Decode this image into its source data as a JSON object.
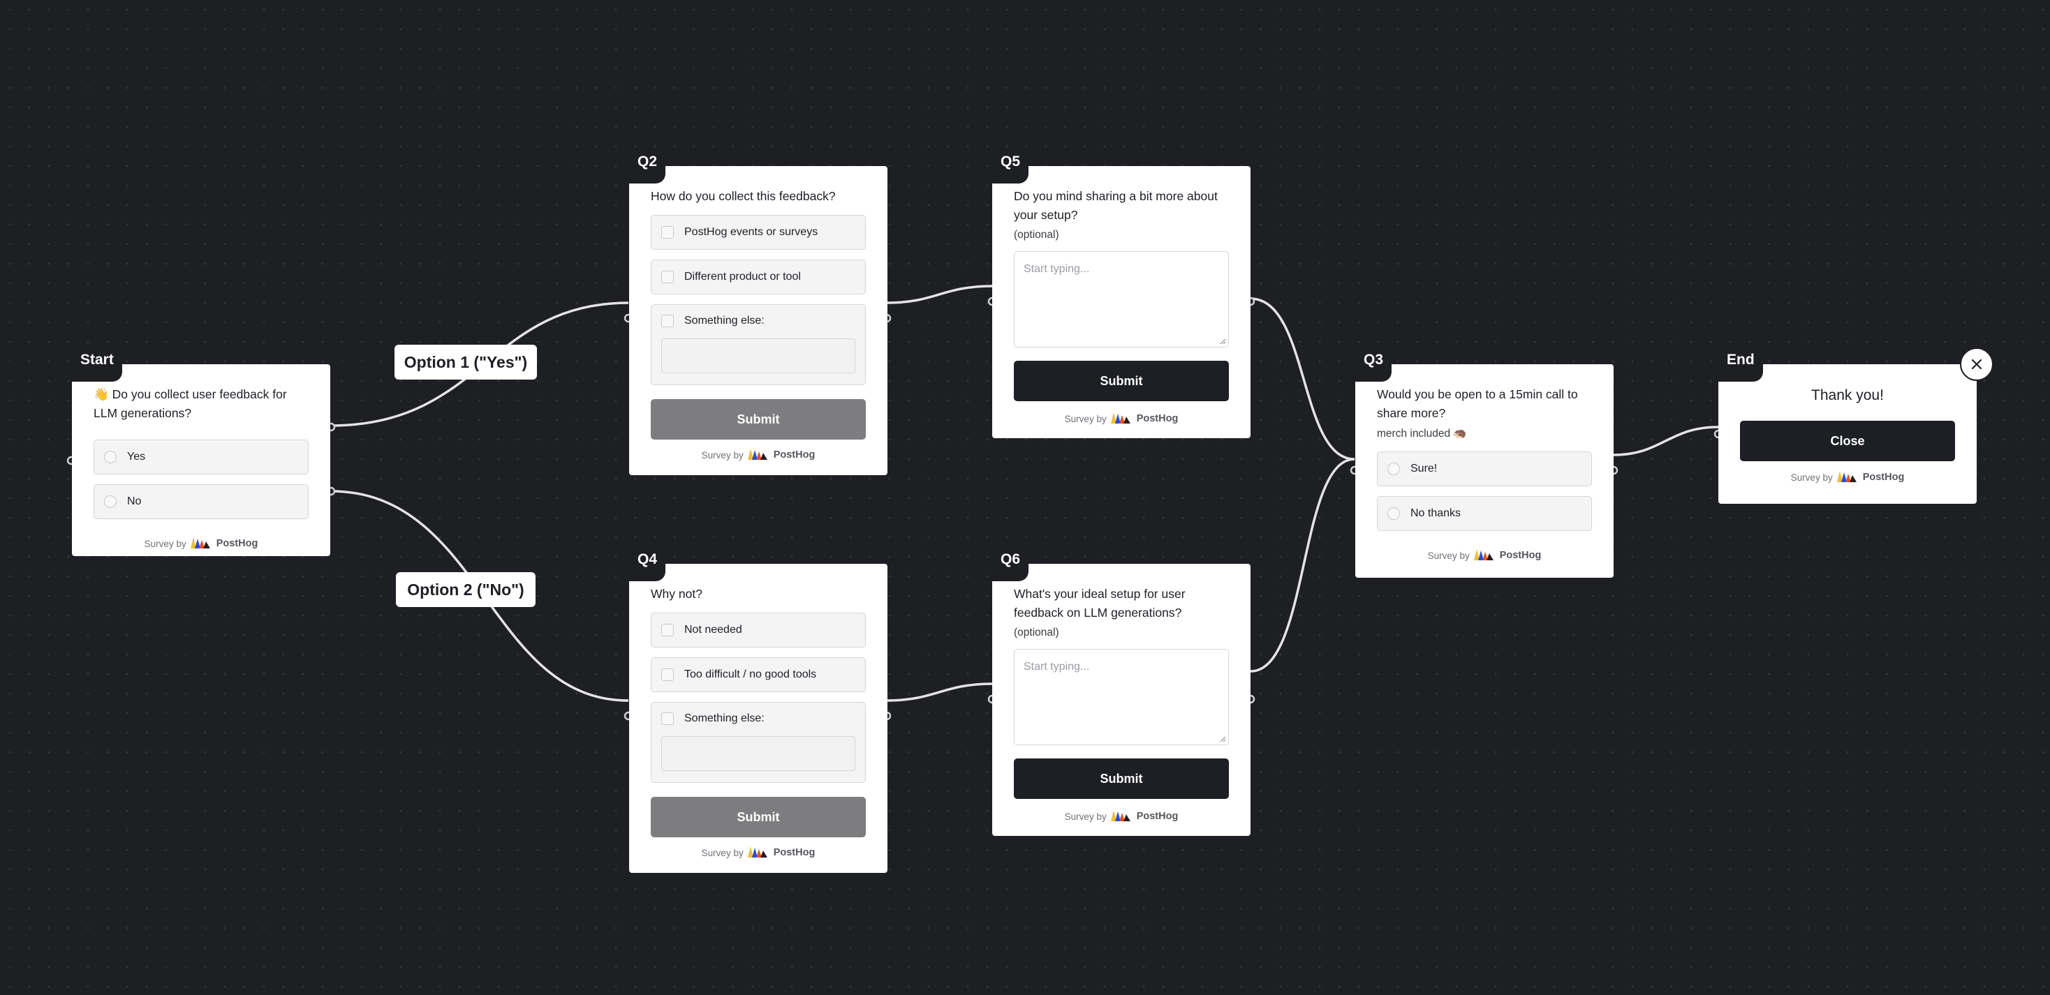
{
  "branding": {
    "survey_by": "Survey by",
    "brand": "PostHog"
  },
  "edge_labels": {
    "yes": "Option 1 (\"Yes\")",
    "no": "Option 2 (\"No\")"
  },
  "nodes": {
    "start": {
      "tag": "Start",
      "title": "👋 Do you collect user feedback for LLM generations?",
      "options": [
        "Yes",
        "No"
      ]
    },
    "q2": {
      "tag": "Q2",
      "title": "How do you collect this feedback?",
      "options": [
        "PostHog events or surveys",
        "Different product or tool"
      ],
      "other": "Something else:",
      "submit": "Submit"
    },
    "q4": {
      "tag": "Q4",
      "title": "Why not?",
      "options": [
        "Not needed",
        "Too difficult / no good tools"
      ],
      "other": "Something else:",
      "submit": "Submit"
    },
    "q5": {
      "tag": "Q5",
      "title": "Do you mind sharing a bit more about your setup?",
      "desc": "(optional)",
      "placeholder": "Start typing...",
      "submit": "Submit"
    },
    "q6": {
      "tag": "Q6",
      "title": "What's your ideal setup for user feedback on LLM generations?",
      "desc": "(optional)",
      "placeholder": "Start typing...",
      "submit": "Submit"
    },
    "q3": {
      "tag": "Q3",
      "title": "Would you be open to a 15min call to share more?",
      "desc": "merch included 🦔",
      "options": [
        "Sure!",
        "No thanks"
      ]
    },
    "end": {
      "tag": "End",
      "title": "Thank you!",
      "button": "Close"
    }
  },
  "icons": {
    "close": "close-icon",
    "logo": "posthog-logo-icon"
  }
}
